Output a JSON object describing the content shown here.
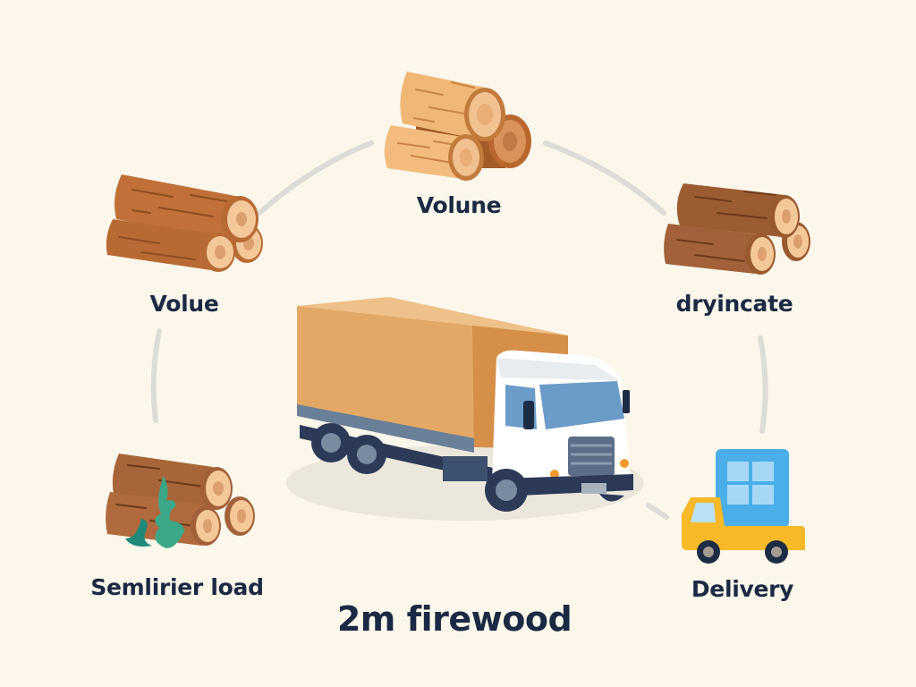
{
  "diagram": {
    "title": "2m firewood",
    "center": {
      "name": "box-truck",
      "label": ""
    },
    "nodes": [
      {
        "id": "top",
        "label": "Volune",
        "icon": "log-pile-light-icon"
      },
      {
        "id": "upper-left",
        "label": "Volue",
        "icon": "log-pile-medium-icon"
      },
      {
        "id": "upper-right",
        "label": "dryincate",
        "icon": "log-pile-dark-icon"
      },
      {
        "id": "lower-left",
        "label": "Semlirier load",
        "icon": "log-pile-with-plant-icon"
      },
      {
        "id": "lower-right",
        "label": "Delivery",
        "icon": "delivery-truck-icon"
      }
    ],
    "connectors": [
      {
        "from": "upper-left",
        "to": "top"
      },
      {
        "from": "top",
        "to": "upper-right"
      },
      {
        "from": "upper-left",
        "to": "lower-left"
      },
      {
        "from": "upper-right",
        "to": "lower-right"
      },
      {
        "from": "center",
        "to": "lower-right"
      }
    ],
    "colors": {
      "background": "#fcf7ea",
      "text": "#1b2a44",
      "connector": "#d9d9d6",
      "log_light": "#f0b777",
      "log_medium": "#b86a35",
      "log_dark": "#9a5a30",
      "log_end": "#f5c89a",
      "truck_cargo": "#e3a865",
      "truck_cab": "#ffffff",
      "truck_window": "#6b9cc8",
      "truck_chassis": "#2c3a58",
      "delivery_truck": "#f8b929",
      "delivery_box": "#4aaee8",
      "plant": "#2e9e7c"
    }
  }
}
